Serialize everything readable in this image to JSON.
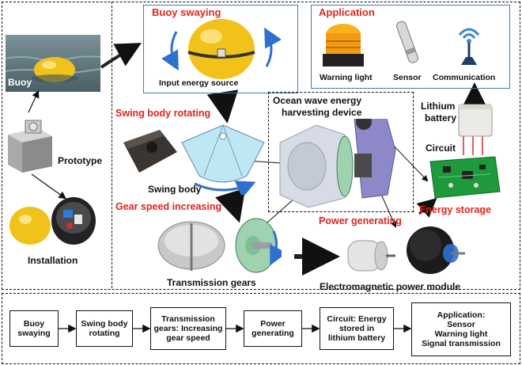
{
  "left_panel": {
    "buoy_label": "Buoy",
    "prototype_label": "Prototype",
    "installation_label": "Installation"
  },
  "buoy_swaying": {
    "title": "Buoy swaying",
    "subtitle": "Input energy source"
  },
  "application": {
    "title": "Application",
    "items": [
      "Warning light",
      "Sensor",
      "Communication"
    ]
  },
  "swing_body_rotating": {
    "title": "Swing body rotating",
    "part_label": "Swing body"
  },
  "harvester": {
    "title": "Ocean wave energy harvesting device"
  },
  "battery": {
    "label_line1": "Lithium",
    "label_line2": "battery"
  },
  "circuit": {
    "label": "Circuit",
    "stage_title": "Energy storage"
  },
  "gears": {
    "stage_title": "Gear speed increasing",
    "part_label": "Transmission gears"
  },
  "power": {
    "stage_title": "Power generating",
    "part_label": "Electromagnetic power module"
  },
  "flow": [
    {
      "lines": [
        "Buoy",
        "swaying"
      ]
    },
    {
      "lines": [
        "Swing body",
        "rotating"
      ]
    },
    {
      "lines": [
        "Transmission",
        "gears: Increasing",
        "gear speed"
      ]
    },
    {
      "lines": [
        "Power",
        "generating"
      ]
    },
    {
      "lines": [
        "Circuit: Energy",
        "stored in",
        "lithium battery"
      ]
    },
    {
      "lines": [
        "Application:",
        "Sensor",
        "Warning light",
        "Signal transmission"
      ]
    }
  ],
  "colors": {
    "accent_red": "#e0241b",
    "buoy_yellow": "#f2c21b",
    "swing_blue": "#bfe7f3",
    "gear_green": "#9fd3b0",
    "arrow_blue": "#2f6fd0",
    "box_border": "#3a7fb5"
  }
}
